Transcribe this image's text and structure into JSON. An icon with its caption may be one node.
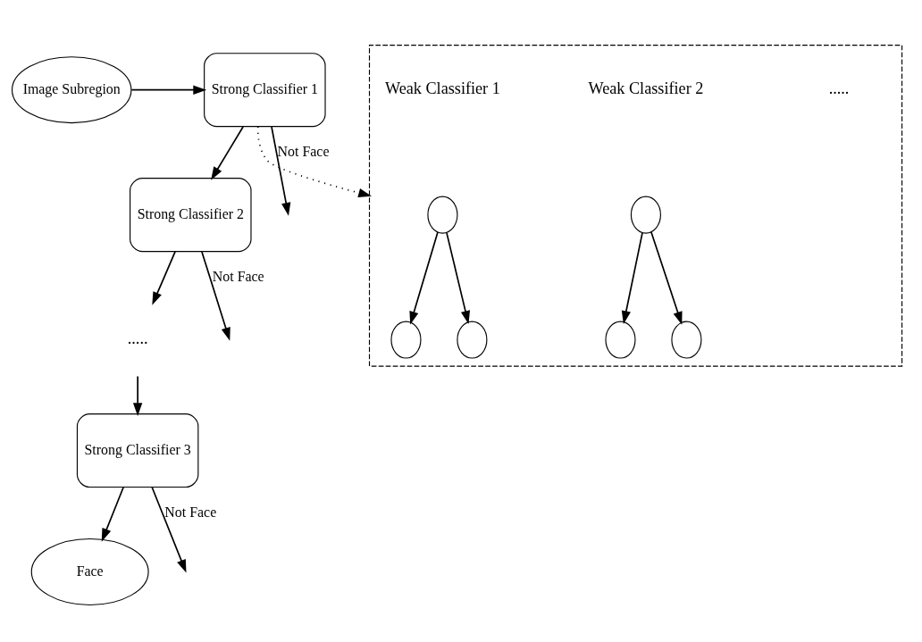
{
  "diagram": {
    "nodes": [
      {
        "text": [
          "Image Subregion"
        ]
      },
      {
        "text": [
          "Strong Classifier 1"
        ]
      },
      {
        "text": [],
        "shape": "box"
      },
      {
        "text": [],
        "shape": "circle",
        "in": 2
      },
      {
        "text": [],
        "shape": "circle",
        "in": 2
      },
      {
        "text": [],
        "shape": "circle",
        "in": 2
      },
      {
        "text": [],
        "shape": "circle",
        "in": 2
      },
      {
        "text": [],
        "shape": "circle",
        "in": 2
      },
      {
        "text": [],
        "shape": "circle",
        "in": 2
      },
      {
        "text": [
          "Strong Classifier 2"
        ]
      },
      {
        "text": [
          "....."
        ]
      },
      {
        "text": [
          "Strong Classifier 3"
        ]
      },
      {
        "text": [
          "Face"
        ]
      }
    ],
    "edges": [
      {
        "from": 0,
        "to": 1,
        "arrow": "to"
      },
      {
        "from": 1,
        "to": 2,
        "arrow": "to",
        "style": "dashed"
      },
      {
        "from": 3,
        "to": 4,
        "arrow": "to"
      },
      {
        "from": 3,
        "to": 5,
        "arrow": "to"
      },
      {
        "from": 6,
        "to": 7,
        "arrow": "to"
      },
      {
        "from": 6,
        "to": 8,
        "arrow": "to"
      },
      {
        "from": 1,
        "to": null,
        "arrow": "to",
        "label": "Not Face"
      },
      {
        "from": 1,
        "to": 9,
        "arrow": "to"
      },
      {
        "from": 9,
        "to": null,
        "arrow": "to",
        "label": "Not Face"
      },
      {
        "from": 9,
        "to": 10,
        "arrow": "to"
      },
      {
        "from": 10,
        "to": 11,
        "arrow": "to"
      },
      {
        "from": 11,
        "to": 12,
        "arrow": "to"
      },
      {
        "from": 11,
        "to": null,
        "arrow": "to",
        "label": "Not Face"
      }
    ],
    "labels": [
      "Weak Classifier 1",
      "Weak Classifier 2",
      "....."
    ]
  }
}
